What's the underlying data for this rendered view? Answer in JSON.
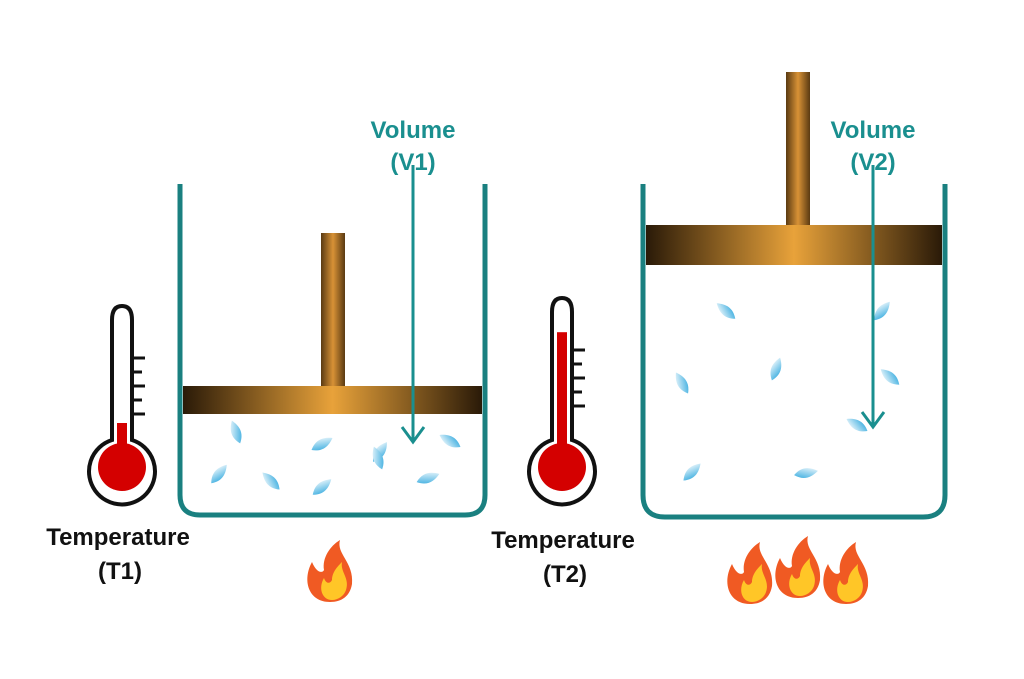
{
  "left": {
    "volume_label": "Volume",
    "volume_symbol": "(V1)",
    "temperature_label": "Temperature",
    "temperature_symbol": "(T1)",
    "thermometer_level": 0.25,
    "flame_count": 1
  },
  "right": {
    "volume_label": "Volume",
    "volume_symbol": "(V2)",
    "temperature_label": "Temperature",
    "temperature_symbol": "(T2)",
    "thermometer_level": 0.85,
    "flame_count": 3
  },
  "colors": {
    "container": "#1a8080",
    "volume_text": "#1a8f8f",
    "piston_dark": "#2a1a08",
    "piston_light": "#e8a23a",
    "bulb": "#d40000",
    "particle": "#2aa6dd",
    "flame_outer": "#f05a23",
    "flame_inner": "#ffc627",
    "label_text": "#111111"
  }
}
